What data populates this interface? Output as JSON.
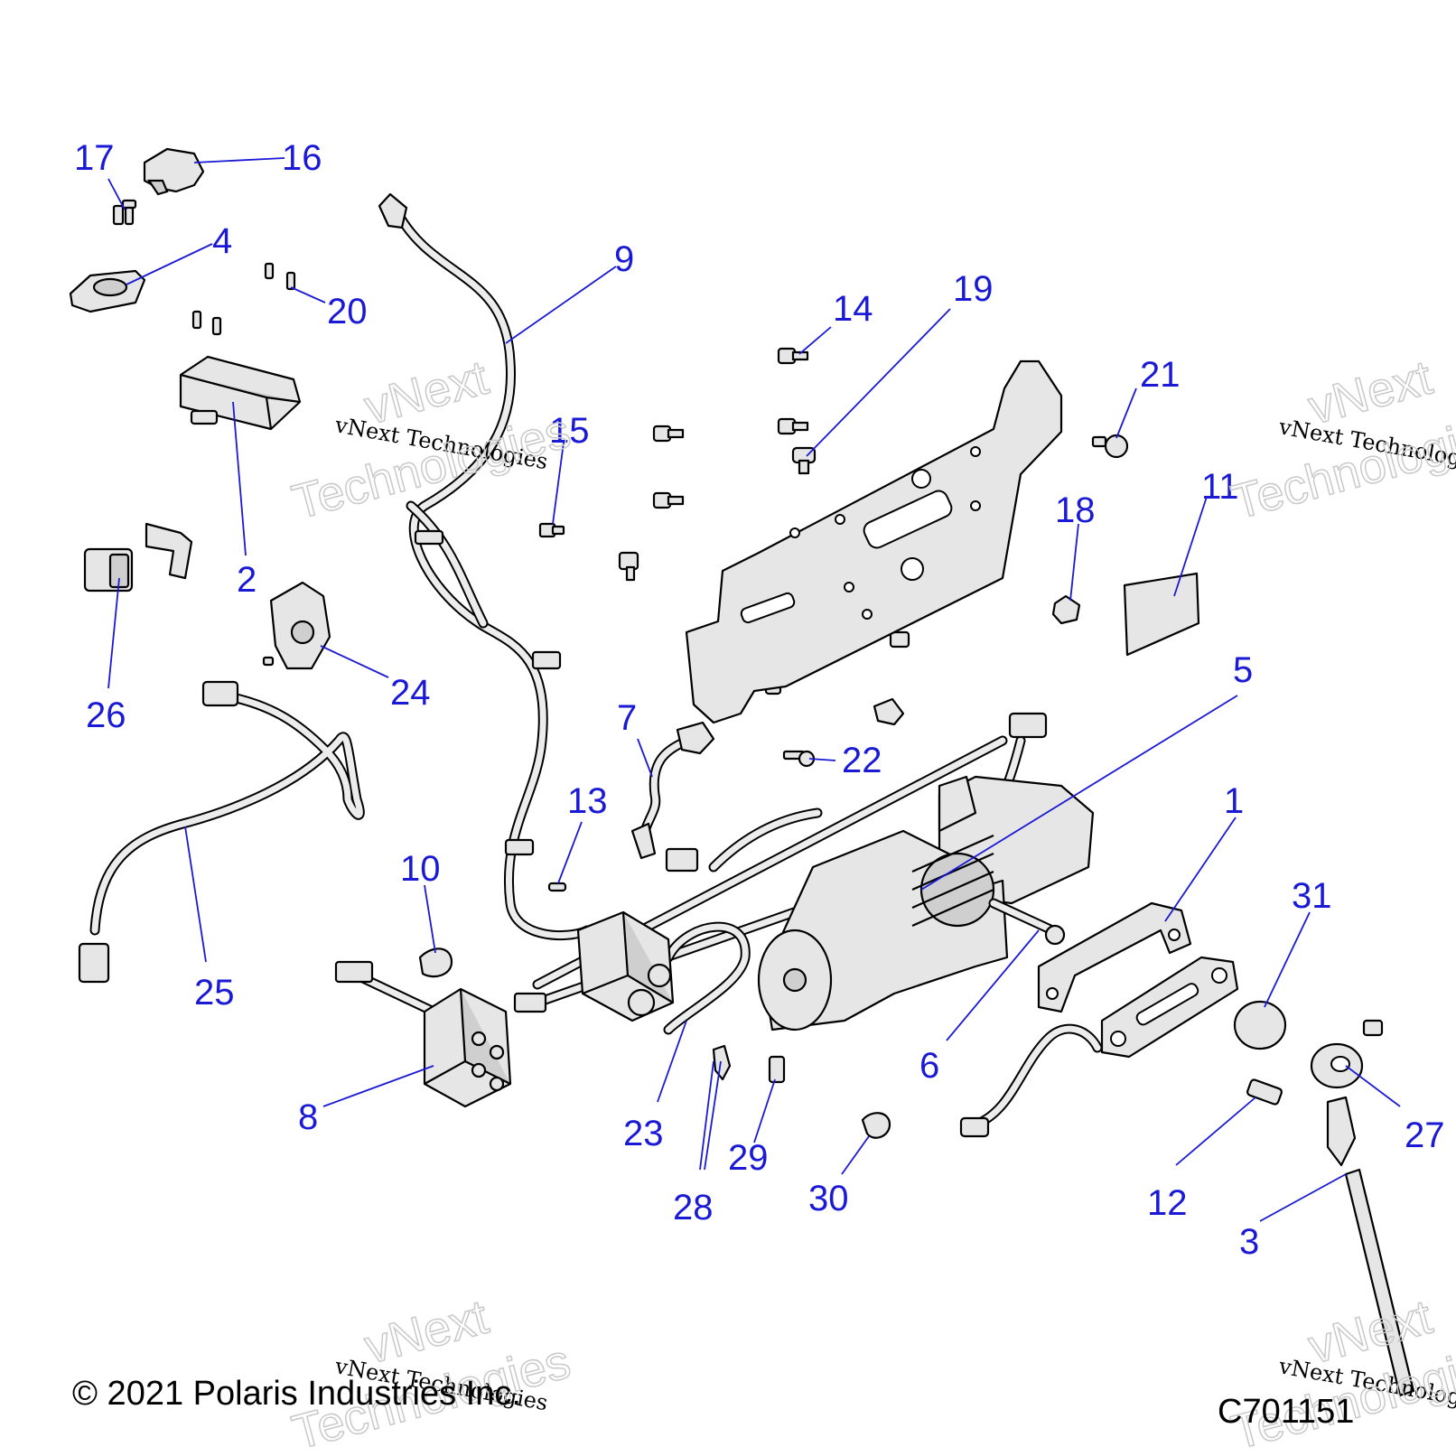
{
  "diagram": {
    "callouts": [
      {
        "id": "1",
        "label": "1"
      },
      {
        "id": "2",
        "label": "2"
      },
      {
        "id": "3",
        "label": "3"
      },
      {
        "id": "4",
        "label": "4"
      },
      {
        "id": "5",
        "label": "5"
      },
      {
        "id": "6",
        "label": "6"
      },
      {
        "id": "7",
        "label": "7"
      },
      {
        "id": "8",
        "label": "8"
      },
      {
        "id": "9",
        "label": "9"
      },
      {
        "id": "10",
        "label": "10"
      },
      {
        "id": "11",
        "label": "11"
      },
      {
        "id": "12",
        "label": "12"
      },
      {
        "id": "13",
        "label": "13"
      },
      {
        "id": "14",
        "label": "14"
      },
      {
        "id": "15",
        "label": "15"
      },
      {
        "id": "16",
        "label": "16"
      },
      {
        "id": "17",
        "label": "17"
      },
      {
        "id": "18",
        "label": "18"
      },
      {
        "id": "19",
        "label": "19"
      },
      {
        "id": "20",
        "label": "20"
      },
      {
        "id": "21",
        "label": "21"
      },
      {
        "id": "22",
        "label": "22"
      },
      {
        "id": "23",
        "label": "23"
      },
      {
        "id": "24",
        "label": "24"
      },
      {
        "id": "25",
        "label": "25"
      },
      {
        "id": "26",
        "label": "26"
      },
      {
        "id": "27",
        "label": "27"
      },
      {
        "id": "28",
        "label": "28"
      },
      {
        "id": "29",
        "label": "29"
      },
      {
        "id": "30",
        "label": "30"
      },
      {
        "id": "31",
        "label": "31"
      }
    ],
    "watermark": {
      "small": "vNext Technologies",
      "large_line1": "vNext",
      "large_line2": "Technologies"
    },
    "copyright": "© 2021 Polaris Industries Inc.",
    "drawing_number": "C701151"
  }
}
